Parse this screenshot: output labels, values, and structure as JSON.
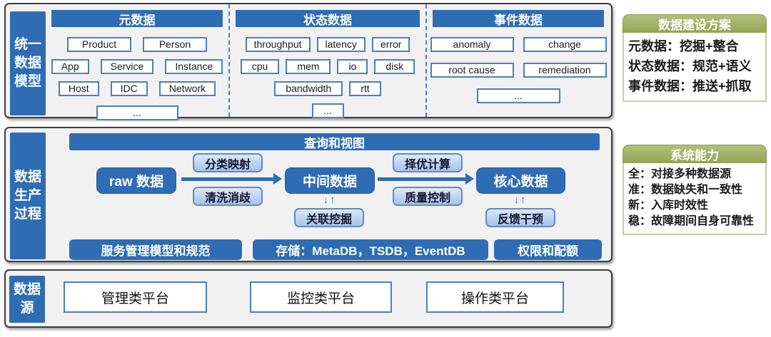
{
  "colors": {
    "primary_blue": "#2e6db4",
    "node_blue": "#2e6cb5",
    "light_box_top": "#dde8f8",
    "light_box_bottom": "#a6c2e8",
    "box_border_blue": "#4a7fc0",
    "green_header": "#a3b165",
    "section_border": "#3d3d3d",
    "section_background": "#f1f1f2"
  },
  "icons": {
    "up_down_arrows": "↓↑"
  },
  "sections": {
    "unified_model": {
      "label": "统一\n数据\n模型",
      "columns": [
        {
          "id": "meta",
          "header": "元数据",
          "rows": [
            [
              "Product",
              "Person"
            ],
            [
              "App",
              "Service",
              "Instance"
            ],
            [
              "Host",
              "IDC",
              "Network"
            ],
            [
              "..."
            ]
          ]
        },
        {
          "id": "status",
          "header": "状态数据",
          "rows": [
            [
              "throughput",
              "latency",
              "error"
            ],
            [
              "cpu",
              "mem",
              "io",
              "disk"
            ],
            [
              "bandwidth",
              "rtt"
            ],
            [
              "..."
            ]
          ]
        },
        {
          "id": "event",
          "header": "事件数据",
          "rows": [
            [
              "anomaly",
              "change"
            ],
            [
              "root cause",
              "remediation"
            ],
            [
              "..."
            ]
          ]
        }
      ]
    },
    "production": {
      "label": "数据\n生产\n过程",
      "query_view_bar": "查询和视图",
      "nodes": {
        "raw": "raw 数据",
        "intermediate": "中间数据",
        "core": "核心数据"
      },
      "process_labels": {
        "classify": "分类映射",
        "clean": "清洗消歧",
        "optimize": "择优计算",
        "quality": "质量控制",
        "mining": "关联挖掘",
        "feedback": "反馈干预"
      },
      "bottom_bars": [
        "服务管理模型和规范",
        "存储：MetaDB，TSDB，EventDB",
        "权限和配额"
      ]
    },
    "sources": {
      "label": "数据\n源",
      "platforms": [
        "管理类平台",
        "监控类平台",
        "操作类平台"
      ]
    }
  },
  "side_panels": [
    {
      "title": "数据建设方案",
      "lines": [
        "元数据：挖掘+整合",
        "状态数据：规范+语义",
        "事件数据：推送+抓取"
      ]
    },
    {
      "title": "系统能力",
      "lines": [
        "全：对接多种数据源",
        "准：数据缺失和一致性",
        "新：入库时效性",
        "稳：故障期间自身可靠性"
      ]
    }
  ]
}
